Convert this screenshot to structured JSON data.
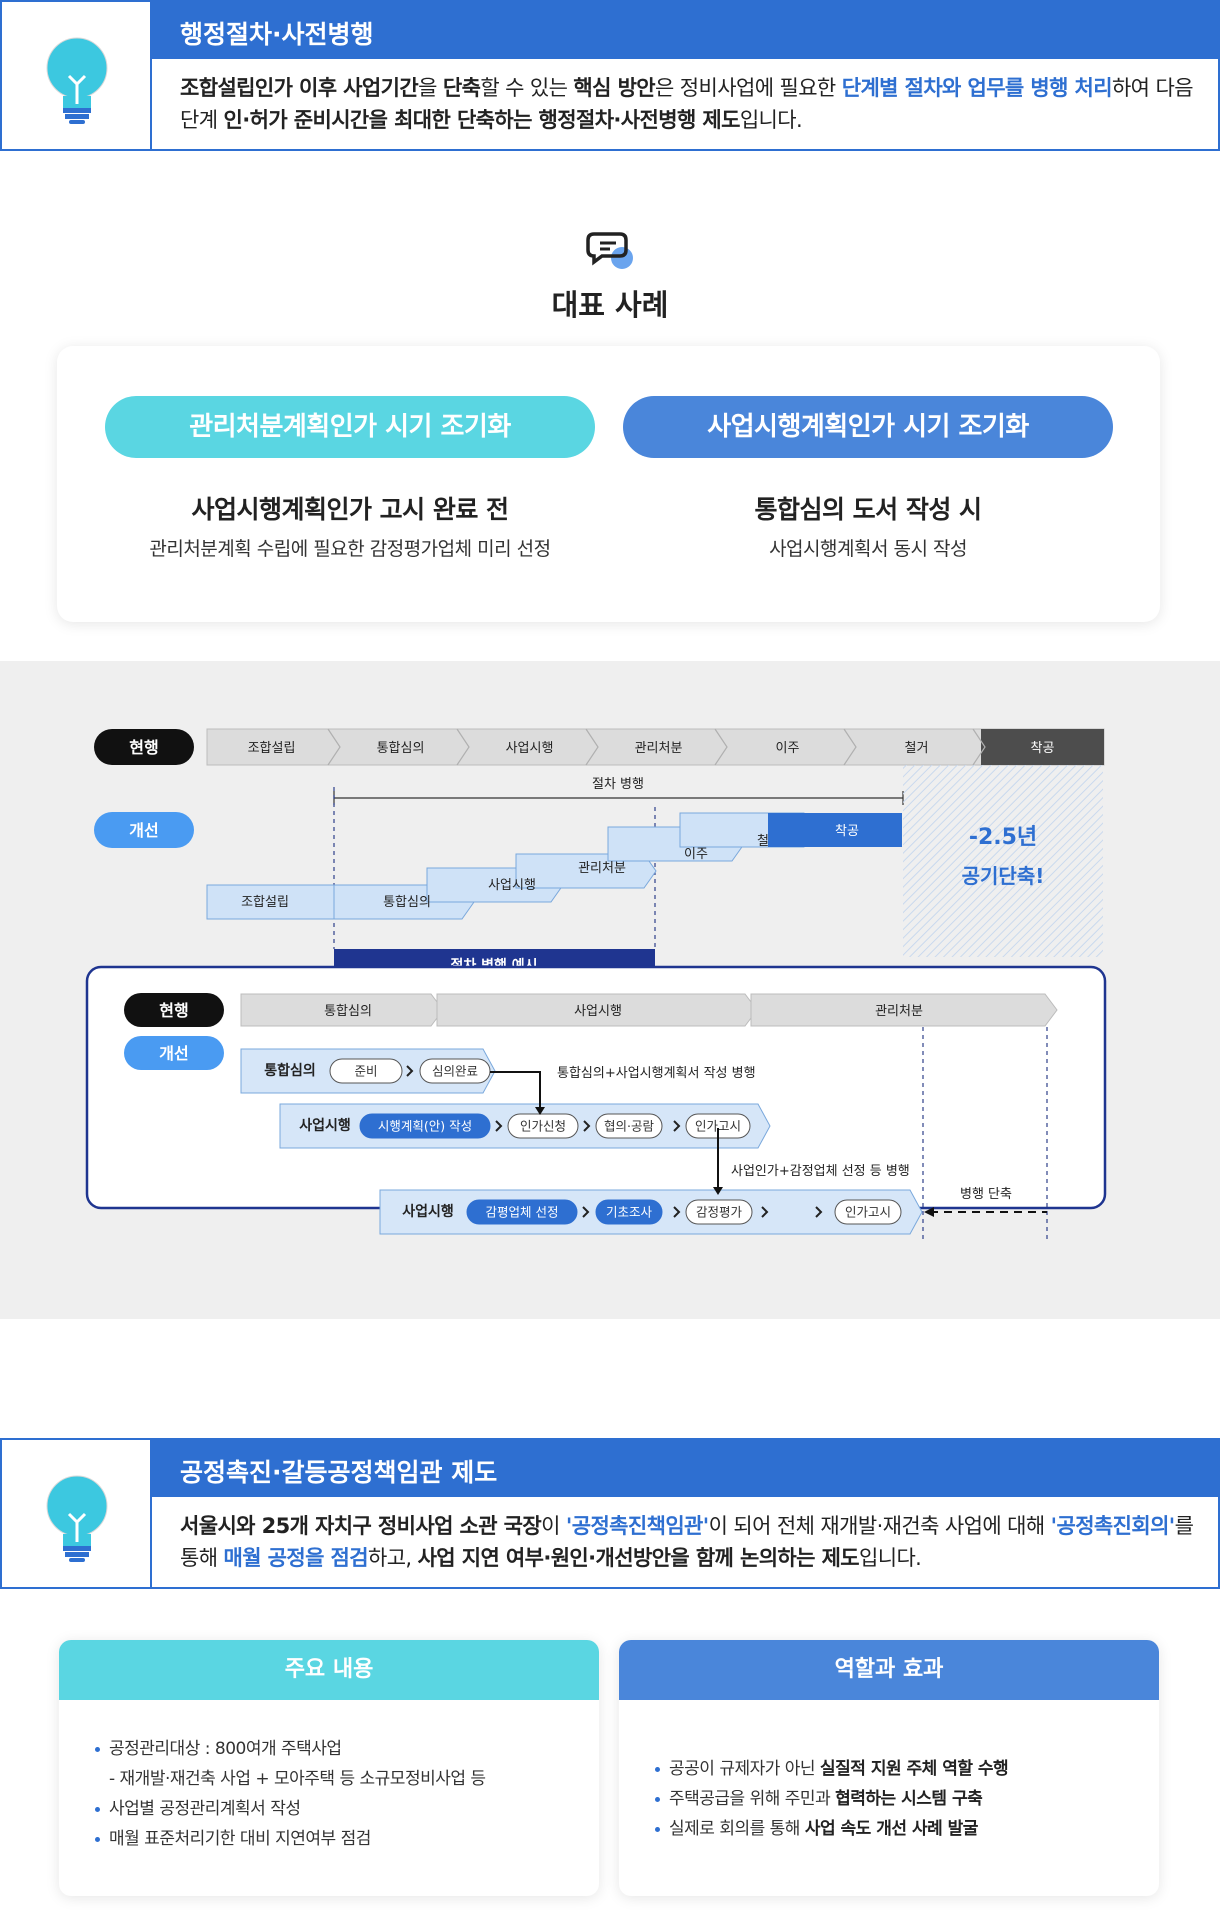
{
  "section1": {
    "heading": "행정절차·사전병행",
    "text": [
      {
        "t": "조합설립인가 이후 사업기간",
        "s": "bold"
      },
      {
        "t": "을 ",
        "s": ""
      },
      {
        "t": "단축",
        "s": "bold"
      },
      {
        "t": "할 수 있는 ",
        "s": ""
      },
      {
        "t": "핵심 방안",
        "s": "bold"
      },
      {
        "t": "은 정비사업에 필요한 ",
        "s": ""
      },
      {
        "t": "단계별 절차와 업무를 병행 처리",
        "s": "blue"
      },
      {
        "t": "하여 다음 단계 ",
        "s": ""
      },
      {
        "t": "인·허가 준비시간을 최대한 단축하는 행정절차·사전병행 제도",
        "s": "bold"
      },
      {
        "t": "입니다.",
        "s": ""
      }
    ],
    "icon": "lightbulb-icon"
  },
  "cases": {
    "title": "대표 사례",
    "icon": "speech-bubble-icon",
    "left": {
      "pill": "관리처분계획인가 시기 조기화",
      "sub": "사업시행계획인가 고시 완료 전",
      "desc": "관리처분계획 수립에 필요한 감정평가업체 미리 선정",
      "color": "#5ad6e2"
    },
    "right": {
      "pill": "사업시행계획인가 시기 조기화",
      "sub": "통합심의 도서 작성 시",
      "desc": "사업시행계획서 동시 작성",
      "color": "#4a86da"
    }
  },
  "timeline": {
    "current_label": "현행",
    "improved_label": "개선",
    "stages": [
      "조합설립",
      "통합심의",
      "사업시행",
      "관리처분",
      "이주",
      "철거",
      "착공"
    ],
    "parallel_label": "절차 병행",
    "saving_value": "-2.5년",
    "saving_text": "공기단축!",
    "example_label": "절차 병행 예시"
  },
  "example": {
    "current_label": "현행",
    "improved_label": "개선",
    "current_steps": [
      "통합심의",
      "사업시행",
      "관리처분"
    ],
    "row1": {
      "label": "통합심의",
      "steps": [
        "준비",
        "심의완료"
      ]
    },
    "note1": "통합심의+사업시행계획서 작성 병행",
    "row2": {
      "label": "사업시행",
      "steps": [
        "시행계획(안) 작성",
        "인가신청",
        "협의·공람",
        "인가고시"
      ]
    },
    "note2": "사업인가+감정업체 선정 등 병행",
    "row3": {
      "label": "사업시행",
      "steps": [
        "감평업체 선정",
        "기초조사",
        "감정평가",
        "인가고시"
      ]
    },
    "note3": "병행 단축"
  },
  "section2": {
    "heading": "공정촉진·갈등공정책임관 제도",
    "text": [
      {
        "t": "서울시와 25개 자치구 정비사업 소관 국장",
        "s": "bold"
      },
      {
        "t": "이 ",
        "s": ""
      },
      {
        "t": "'공정촉진책임관'",
        "s": "blue"
      },
      {
        "t": "이 되어 전체 재개발·재건축 사업에 대해 ",
        "s": ""
      },
      {
        "t": "'공정촉진회의'",
        "s": "blue"
      },
      {
        "t": "를 통해 ",
        "s": ""
      },
      {
        "t": "매월 공정을 점검",
        "s": "blue"
      },
      {
        "t": "하고, ",
        "s": ""
      },
      {
        "t": "사업 지연 여부·원인·개선방안을 함께 논의하는 제도",
        "s": "bold"
      },
      {
        "t": "입니다.",
        "s": ""
      }
    ],
    "icon": "lightbulb-icon"
  },
  "main_content": {
    "heading": "주요 내용",
    "color": "#5ad6e2",
    "items": [
      {
        "t": "공정관리대상 : 800여개 주택사업",
        "type": "dot"
      },
      {
        "t": "- 재개발·재건축 사업 + 모아주택 등 소규모정비사업 등",
        "type": "sub"
      },
      {
        "t": "사업별 공정관리계획서 작성",
        "type": "dot"
      },
      {
        "t": "매월 표준처리기한 대비 지연여부 점검",
        "type": "dot"
      }
    ]
  },
  "roles": {
    "heading": "역할과 효과",
    "color": "#4a86da",
    "items": [
      [
        {
          "t": "공공이 규제자가 아닌 ",
          "b": false
        },
        {
          "t": "실질적 지원 주체 역할 수행",
          "b": true
        }
      ],
      [
        {
          "t": "주택공급을 위해 주민과 ",
          "b": false
        },
        {
          "t": "협력하는 시스템 구축",
          "b": true
        }
      ],
      [
        {
          "t": "실제로 회의를 통해 ",
          "b": false
        },
        {
          "t": "사업 속도 개선 사례 발굴",
          "b": true
        }
      ]
    ]
  },
  "colors": {
    "primary": "#2e6fd1",
    "cyan": "#5ad6e2",
    "mid_blue": "#4a86da",
    "navy": "#1f3590"
  }
}
